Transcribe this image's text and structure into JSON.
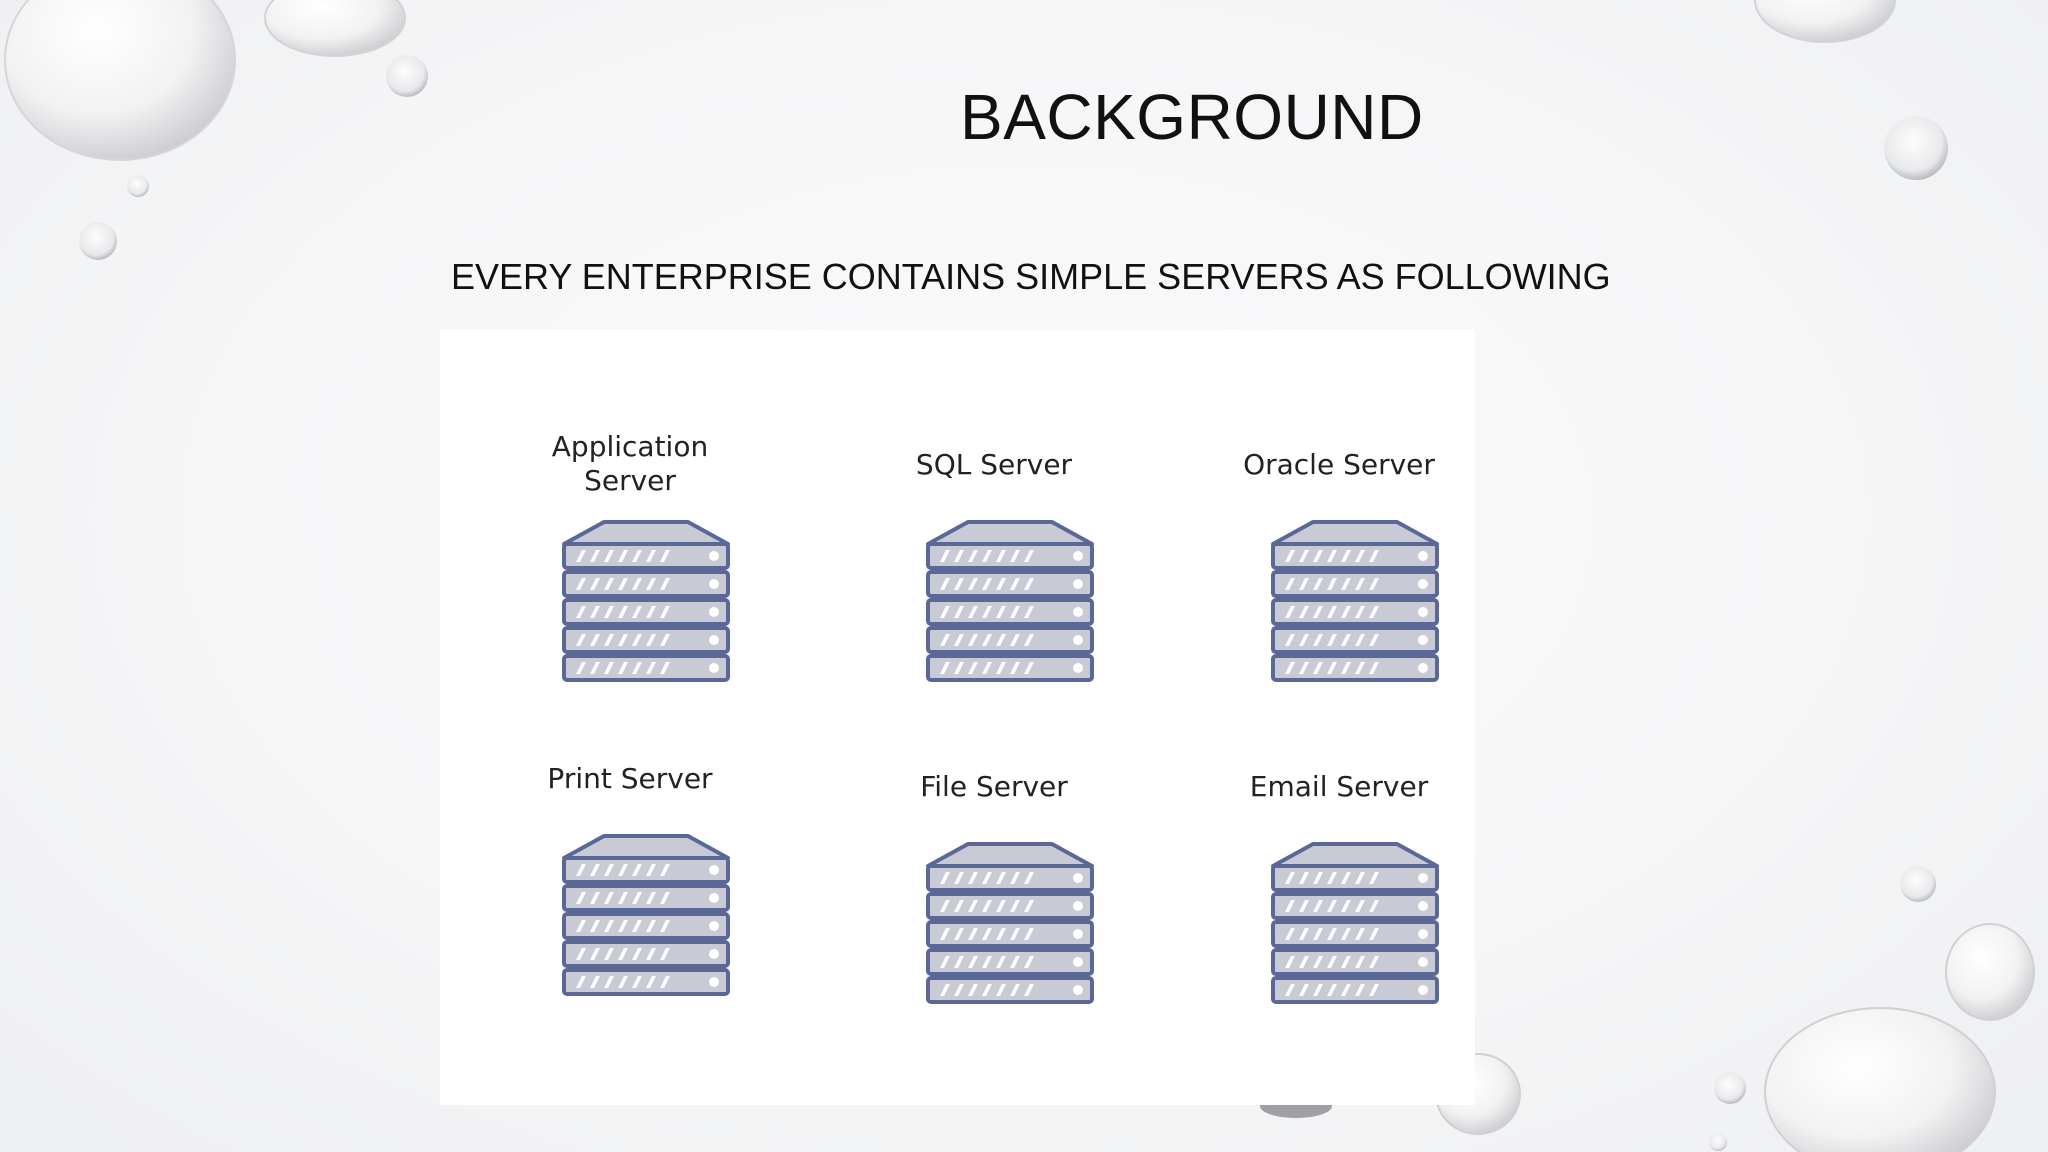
{
  "slide": {
    "title": "BACKGROUND",
    "subtitle": "EVERY ENTERPRISE CONTAINS SIMPLE SERVERS AS FOLLOWING"
  },
  "servers": [
    {
      "label": "Application\nServer",
      "icon": "server-rack-icon"
    },
    {
      "label": "SQL Server",
      "icon": "server-rack-icon"
    },
    {
      "label": "Oracle Server",
      "icon": "server-rack-icon"
    },
    {
      "label": "Print Server",
      "icon": "server-rack-icon"
    },
    {
      "label": "File Server",
      "icon": "server-rack-icon"
    },
    {
      "label": "Email Server",
      "icon": "server-rack-icon"
    }
  ],
  "colors": {
    "server_fill": "#c8cbd6",
    "server_outline": "#5b6896",
    "server_stripe": "#ffffff",
    "text": "#111111"
  }
}
